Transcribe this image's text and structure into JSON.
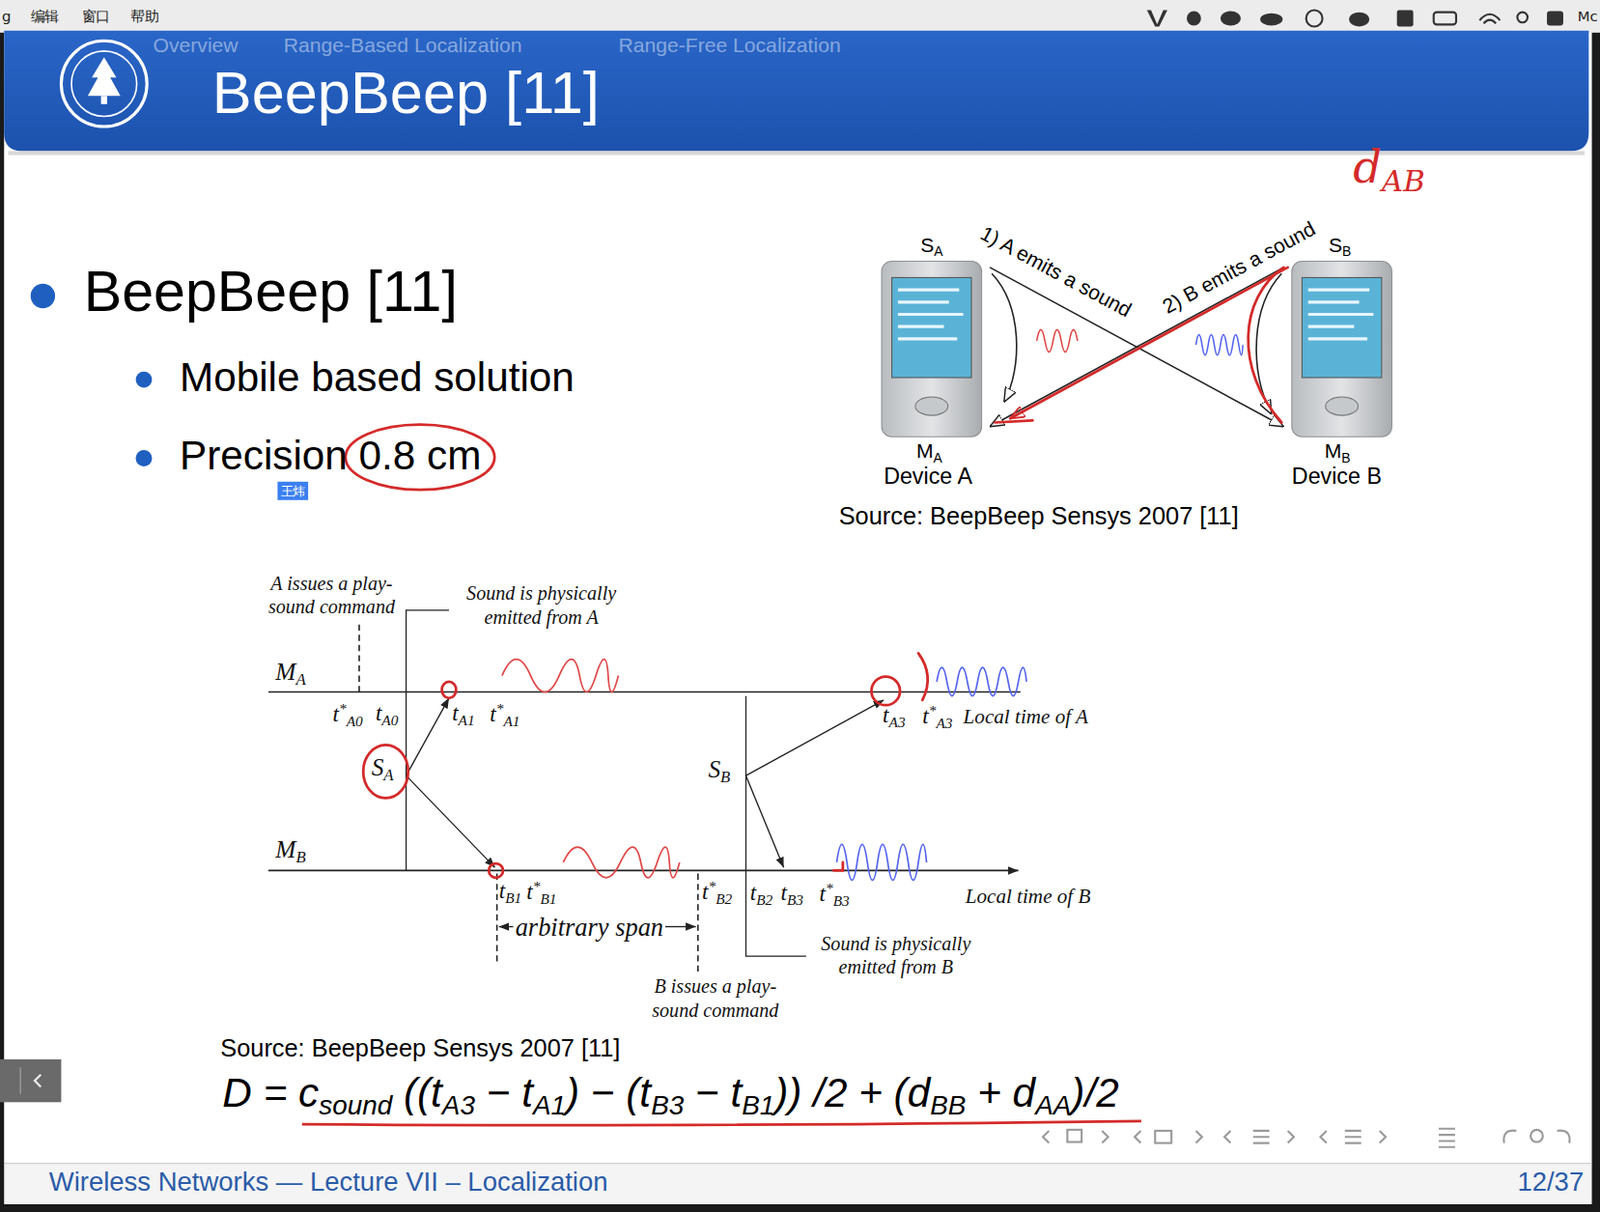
{
  "diagram": {
    "title": "BeepBeep [11]",
    "nodes": [
      {
        "text": [
          "SA",
          "MA",
          "Device A"
        ]
      },
      {
        "text": [
          "SB",
          "MB",
          "Device B"
        ]
      }
    ],
    "edges": [
      {
        "from": 0,
        "to": 1,
        "arrow": "to",
        "label": "1) A emits a sound"
      },
      {
        "from": 1,
        "to": 0,
        "arrow": "to",
        "label": "2) B emits a sound"
      }
    ],
    "labels": [
      "g",
      "编辑",
      "窗口",
      "帮助",
      "Mc",
      "Overview",
      "Range-Based Localization",
      "Range-Free Localization",
      "dAB",
      "BeepBeep [11]",
      "Mobile based solution",
      "Precision 0.8 cm",
      "王炜",
      "Source: BeepBeep Sensys 2007 [11]",
      "A issues a play-sound command",
      "Sound is physically emitted from A",
      "MA",
      "t*A0",
      "tA0",
      "tA1",
      "t*A1",
      "tA3",
      "t*A3",
      "Local time of A",
      "SA",
      "SB",
      "MB",
      "tB1",
      "t*B1",
      "t*B2",
      "tB2",
      "tB3",
      "t*B3",
      "Local time of B",
      "arbitrary span",
      "Sound is physically emitted from B",
      "B issues a play-sound command",
      "Source: BeepBeep Sensys 2007 [11]",
      "D = csound ((tA3 − tA1) − (tB3 − tB1)) /2 + (dBB + dAA)/2",
      "Wireless Networks — Lecture VII – Localization",
      "12/37"
    ]
  }
}
